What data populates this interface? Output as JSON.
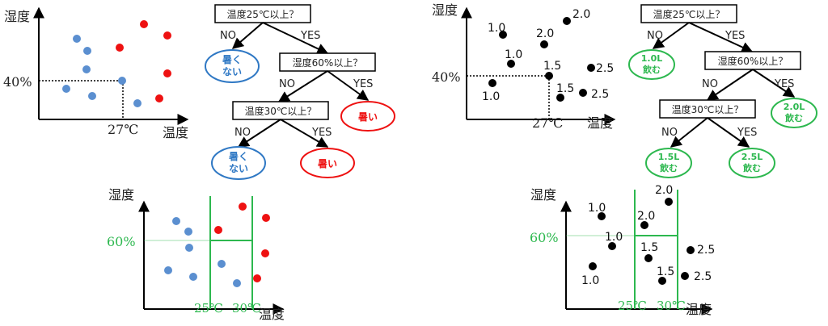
{
  "colors": {
    "blue": "#5b8fd0",
    "red": "#ee1111",
    "green": "#2db84f",
    "black": "#000000",
    "axis": "#000000"
  },
  "scatter_cls": {
    "ylabel": "湿度",
    "xlabel": "温度",
    "threshold_x_label": "27℃",
    "threshold_y_label": "40%"
  },
  "tree_cls": {
    "q1": "温度25℃以上？",
    "q2": "湿度60%以上？",
    "q3": "温度30℃以上？",
    "no": "NO",
    "yes": "YES",
    "leaf_not_hot": [
      "暑く",
      "ない"
    ],
    "leaf_hot": "暑い"
  },
  "scatter_reg": {
    "ylabel": "湿度",
    "xlabel": "温度",
    "threshold_x_label": "27℃",
    "threshold_y_label": "40%",
    "labels": [
      "1.0",
      "1.0",
      "1.0",
      "2.0",
      "2.0",
      "1.5",
      "1.5",
      "2.5",
      "2.5"
    ]
  },
  "tree_reg": {
    "q1": "温度25℃以上？",
    "q2": "湿度60%以上？",
    "q3": "温度30℃以上？",
    "no": "NO",
    "yes": "YES",
    "leaf_10": [
      "1.0L",
      "飲む"
    ],
    "leaf_20": [
      "2.0L",
      "飲む"
    ],
    "leaf_15": [
      "1.5L",
      "飲む"
    ],
    "leaf_25": [
      "2.5L",
      "飲む"
    ]
  },
  "partition_cls": {
    "ylabel": "湿度",
    "xlabel": "温度",
    "y_threshold_label": "60%",
    "x_threshold_1_label": "25℃",
    "x_threshold_2_label": "30℃"
  },
  "partition_reg": {
    "ylabel": "湿度",
    "xlabel": "温度",
    "y_threshold_label": "60%",
    "x_threshold_1_label": "25℃",
    "x_threshold_2_label": "30℃",
    "labels": [
      "1.0",
      "1.0",
      "1.0",
      "2.0",
      "2.0",
      "1.5",
      "1.5",
      "2.5",
      "2.5"
    ]
  }
}
